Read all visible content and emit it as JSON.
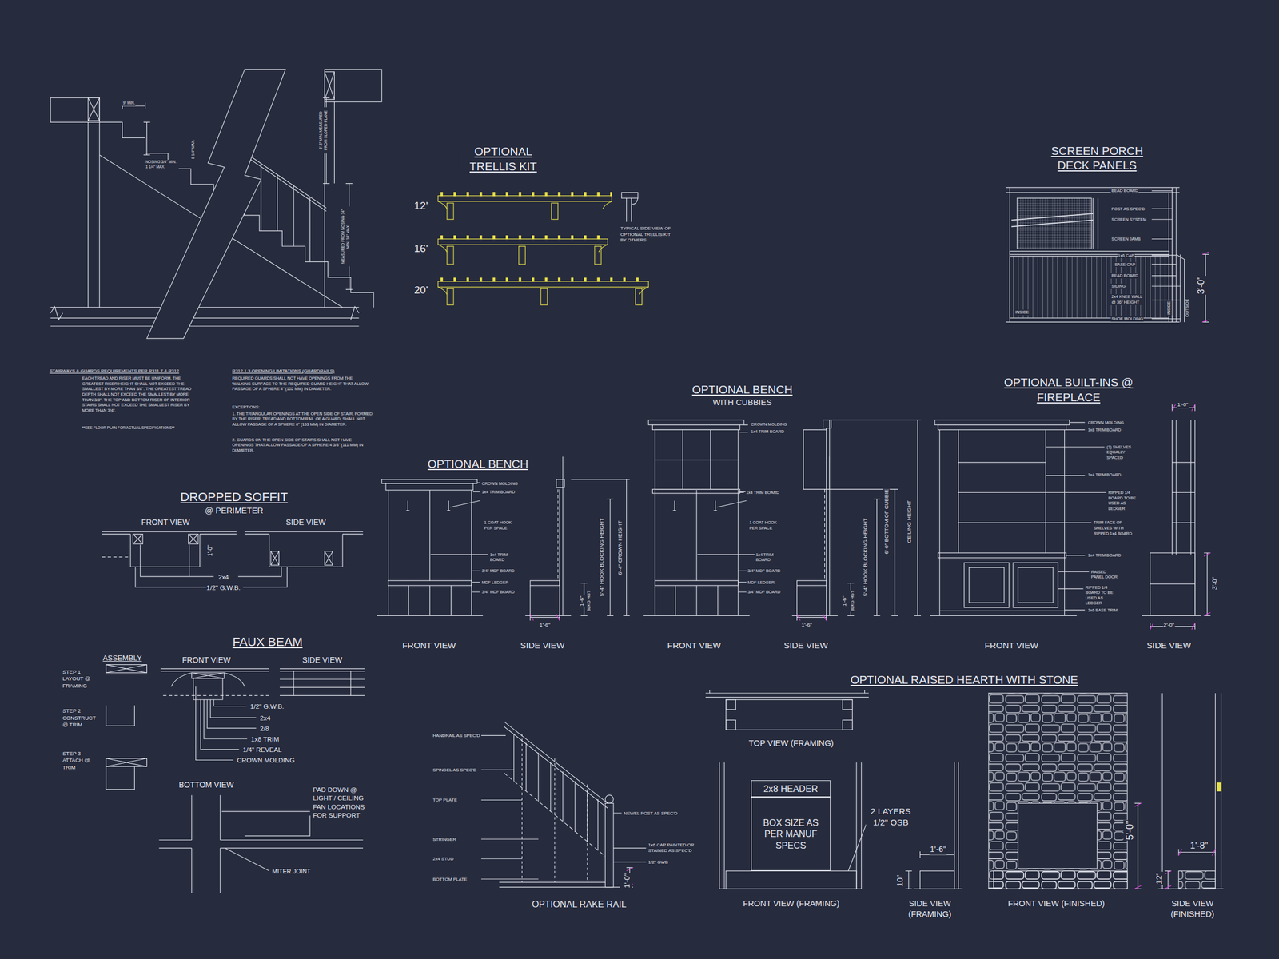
{
  "diagram": {
    "nodes": [
      {
        "text": [
          "2x8 HEADER"
        ]
      },
      {
        "text": [
          "BOX SIZE AS PER MANUF SPECS"
        ]
      }
    ],
    "labels": [
      "9\" MIN.",
      "NOSING 3/4\" MIN. 1 1/4\" MAX.",
      "8 1/4\" MAX.",
      "6'-8\" MIN. MEASURED FROM SLOPED PLANE",
      "MEASURED FROM NOSING 34\" MIN. 38\" MAX.",
      "STAIRWAYS & GUARDS REQUIREMENTS PER R311.7 & R312",
      "EACH TREAD AND RISER MUST BE UNIFORM. THE GREATEST RISER HEIGHT SHALL NOT EXCEED THE SMALLEST BY MORE THAN 3/8\". THE GREATEST TREAD DEPTH SHALL NOT EXCEED THE SMALLEST BY MORE THAN 3/8\". THE TOP AND BOTTOM RISER OF INTERIOR STAIRS SHALL NOT EXCEED THE SMALLEST RISER BY MORE THAN 3/4\".",
      "**SEE FLOOR PLAN FOR ACTUAL SPECIFICATIONS**",
      "R312.1.3 OPENING LIMITATIONS (GUARDRAILS)",
      "REQUIRED GUARDS SHALL NOT HAVE OPENINGS FROM THE WALKING SURFACE TO THE REQUIRED GUARD HEIGHT THAT ALLOW PASSAGE OF A SPHERE 4\" (102 MM) IN DIAMETER.",
      "EXCEPTIONS:",
      "1. THE TRIANGULAR OPENINGS AT THE OPEN SIDE OF STAIR, FORMED BY THE RISER, TREAD AND BOTTOM RAIL OF A GUARD, SHALL NOT ALLOW PASSAGE OF A SPHERE 6\" (153 MM) IN DIAMETER.",
      "2. GUARDS ON THE OPEN SIDE OF STAIRS SHALL NOT HAVE OPENINGS THAT ALLOW PASSAGE OF A SPHERE 4 3/8\" (111 MM) IN DIAMETER.",
      "DROPPED SOFFIT",
      "@ PERIMETER",
      "FRONT VIEW",
      "SIDE VIEW",
      "1'-0\"",
      "2x4",
      "1/2\" G.W.B.",
      "FAUX BEAM",
      "ASSEMBLY",
      "FRONT VIEW",
      "SIDE VIEW",
      "STEP 1 LAYOUT @ FRAMING",
      "STEP 2 CONSTRUCT @ TRIM",
      "STEP 3 ATTACH @ TRIM",
      "1/2\" G.W.B.",
      "2x4",
      "2/8",
      "1x8 TRIM",
      "1/4\" REVEAL",
      "CROWN MOLDING",
      "BOTTOM VIEW",
      "PAD DOWN @ LIGHT / CEILING FAN LOCATIONS FOR SUPPORT",
      "MITER JOINT",
      "OPTIONAL TRELLIS KIT",
      "12'",
      "16'",
      "20'",
      "TYPICAL SIDE VIEW OF OPTIONAL TRELLIS KIT BY OTHERS",
      "SCREEN PORCH DECK PANELS",
      "BEAD BOARD",
      "POST AS SPEC'D",
      "SCREEN SYSTEM",
      "SCREEN JAMB",
      "1x6 CAP",
      "BASE CAP",
      "BEAD BOARD",
      "SIDING",
      "2x4 KNEE WALL @ 36\" HEIGHT",
      "SHOE MOLDING",
      "INSIDE",
      "INSIDE",
      "OUTSIDE",
      "3'-0\"",
      "OPTIONAL BENCH",
      "CROWN MOLDING",
      "1x4 TRIM BOARD",
      "1 COAT HOOK PER SPACE",
      "1x4 TRIM BOARD",
      "3/4\" MDF BOARD",
      "MDF LEDGER",
      "3/4\" MDF BOARD",
      "1'-6\"",
      "BLKG HGT",
      "5'-4\" HOOK BLOCKING HEIGHT",
      "6'-4\" CROWN HEIGHT",
      "1'-6\"",
      "FRONT VIEW",
      "SIDE VIEW",
      "OPTIONAL BENCH",
      "WITH CUBBIES",
      "CROWN MOLDING",
      "1x4 TRIM BOARD",
      "1x4 TRIM BOARD",
      "1 COAT HOOK PER SPACE",
      "1x4 TRIM BOARD",
      "3/4\" MDF BOARD",
      "MDF LEDGER",
      "3/4\" MDF BOARD",
      "1'-6\"",
      "BLKG HGT",
      "5'-4\" HOOK BLOCKING HEIGHT",
      "6'-0\" BOTTOM OF CUBBIE",
      "CEILING HEIGHT",
      "1'-6\"",
      "FRONT VIEW",
      "SIDE VIEW",
      "OPTIONAL BUILT-INS @ FIREPLACE",
      "1'-0\"",
      "CROWN MOLDING",
      "1x8 TRIM BOARD",
      "(3) SHELVES EQUALLY SPACED",
      "1x4 TRIM BOARD",
      "RIPPED 1/4 BOARD TO BE USED AS LEDGER",
      "TRIM FACE OF SHELVES WITH RIPPED 1x4 BOARD",
      "1x4 TRIM BOARD",
      "RAISED PANEL DOOR",
      "RIPPED 1/4 BOARD TO BE USED AS LEDGER",
      "1x6 BASE TRIM",
      "3'-0\"",
      "2'-0\"",
      "FRONT VIEW",
      "SIDE VIEW",
      "HANDRAIL AS SPEC'D",
      "SPINDEL AS SPEC'D",
      "TOP PLATE",
      "STRINGER",
      "2x4 STUD",
      "BOTTOM PLATE",
      "NEWEL POST AS SPEC'D",
      "1x6 CAP PAINTED OR STAINED AS SPEC'D",
      "1/2\" GWB",
      "1'-0\"",
      "OPTIONAL RAKE RAIL",
      "OPTIONAL RAISED HEARTH WITH STONE",
      "TOP VIEW (FRAMING)",
      "2 LAYERS 1/2\" OSB",
      "1'-6\"",
      "10\"",
      "FRONT VIEW (FRAMING)",
      "SIDE VIEW (FRAMING)",
      "5'-0\"",
      "1'-8\"",
      "12\"",
      "FRONT VIEW (FINISHED)",
      "SIDE VIEW (FINISHED)"
    ]
  }
}
